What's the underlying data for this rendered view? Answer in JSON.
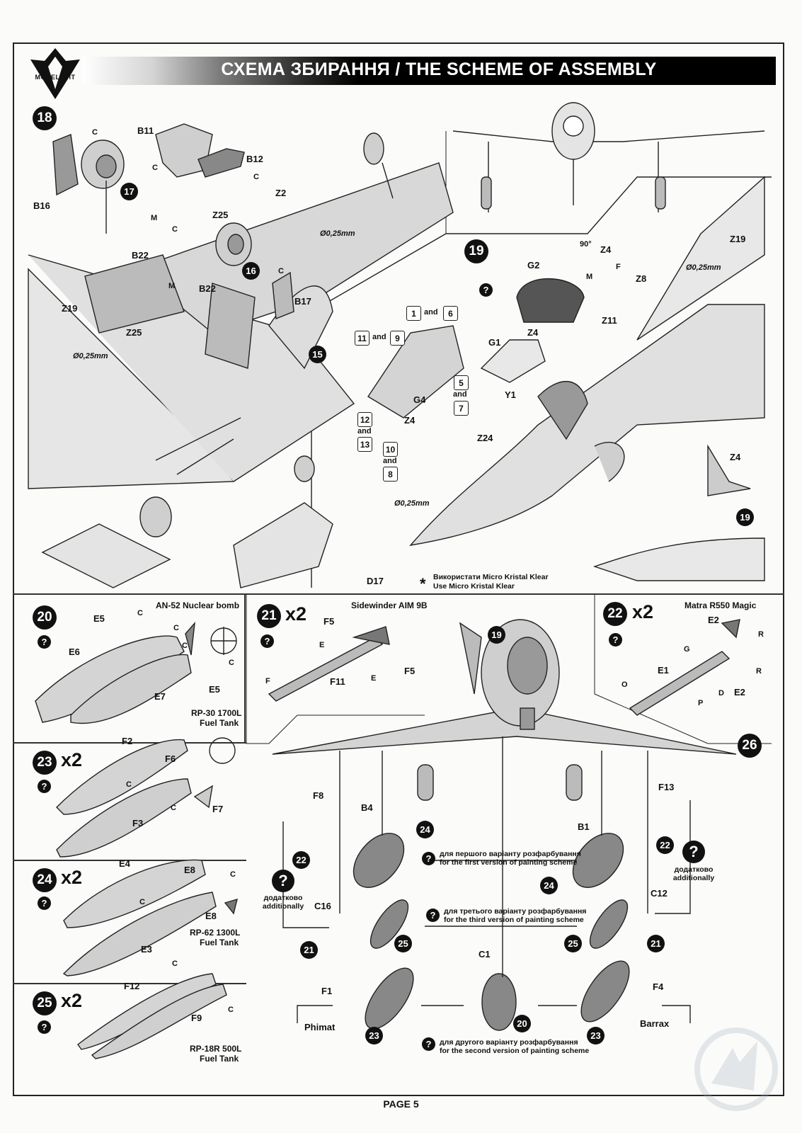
{
  "header": {
    "brand": "MODELSVIT",
    "title": "СХЕМА ЗБИРАННЯ / THE SCHEME OF ASSEMBLY"
  },
  "footer": {
    "page": "PAGE 5"
  },
  "steps": {
    "s18": "18",
    "s19": "19",
    "s20": "20",
    "s21": "21",
    "s22": "22",
    "s23": "23",
    "s24": "24",
    "s25": "25",
    "s26": "26"
  },
  "sub_steps": {
    "s17": "17",
    "s16": "16",
    "s15": "15",
    "s19b": "19",
    "s19c": "19",
    "s24a": "24",
    "s24b": "24",
    "s25a": "25",
    "s25b": "25",
    "s22a": "22",
    "s22b": "22",
    "s21a": "21",
    "s21b": "21",
    "s20": "20",
    "s23a": "23",
    "s23b": "23"
  },
  "qmark": "?",
  "multipliers": {
    "x2": "x2"
  },
  "step18_labels": {
    "b11": "B11",
    "b12": "B12",
    "b16": "B16",
    "b17": "B17",
    "b22a": "B22",
    "b22b": "B22",
    "z2": "Z2",
    "z25a": "Z25",
    "z25b": "Z25",
    "z19": "Z19",
    "c1": "C",
    "c2": "C",
    "c3": "C",
    "c4": "C",
    "c5": "C",
    "m1": "M",
    "m2": "M",
    "d025a": "Ø0,25mm",
    "d025b": "Ø0,25mm"
  },
  "step19_labels": {
    "g1": "G1",
    "g2": "G2",
    "g4": "G4",
    "y1": "Y1",
    "z4a": "Z4",
    "z4b": "Z4",
    "z4c": "Z4",
    "z4d": "Z4",
    "z8": "Z8",
    "z11": "Z11",
    "z19": "Z19",
    "z24": "Z24",
    "d17": "D17",
    "deg": "90°",
    "f": "F",
    "m": "M",
    "d025a": "Ø0,25mm",
    "d025b": "Ø0,25mm",
    "and": "and",
    "n1": "1",
    "n6": "6",
    "n11": "11",
    "n9": "9",
    "n5": "5",
    "n7": "7",
    "n12": "12",
    "n13": "13",
    "n10": "10",
    "n8": "8",
    "star": "*",
    "note_ua": "Використати Micro Kristal Klear",
    "note_en": "Use Micro Kristal Klear"
  },
  "step20": {
    "title": "AN-52 Nuclear bomb",
    "e5a": "E5",
    "e5b": "E5",
    "e6": "E6",
    "e7": "E7",
    "c1": "C",
    "c2": "C",
    "c3": "C",
    "c4": "C"
  },
  "step21": {
    "title": "Sidewinder AIM 9B",
    "f5a": "F5",
    "f5b": "F5",
    "f11": "F11",
    "e1": "E",
    "e2": "E",
    "f": "F"
  },
  "step22": {
    "title": "Matra R550 Magic",
    "e1": "E1",
    "e2a": "E2",
    "e2b": "E2",
    "g": "G",
    "r1": "R",
    "r2": "R",
    "d": "D",
    "p": "P",
    "o": "O"
  },
  "step23": {
    "title1": "RP-30 1700L",
    "title2": "Fuel Tank",
    "f2": "F2",
    "f3": "F3",
    "f6": "F6",
    "f7": "F7",
    "c1": "C",
    "c2": "C"
  },
  "step24": {
    "title1": "RP-62 1300L",
    "title2": "Fuel Tank",
    "e3": "E3",
    "e4": "E4",
    "e8a": "E8",
    "e8b": "E8",
    "c1": "C",
    "c2": "C"
  },
  "step25": {
    "title1": "RP-18R 500L",
    "title2": "Fuel Tank",
    "f9": "F9",
    "f12": "F12",
    "c1": "C",
    "c2": "C"
  },
  "step26": {
    "f8": "F8",
    "f13": "F13",
    "b4": "B4",
    "b1": "B1",
    "c16": "C16",
    "c12": "C12",
    "c1": "C1",
    "f1": "F1",
    "f4": "F4",
    "phimat": "Phimat",
    "barrax": "Barrax",
    "add_ua": "додатково",
    "add_en": "additionally",
    "v1_ua": "для першого варіанту розфарбування",
    "v1_en": "for the first version of painting scheme",
    "v3_ua": "для третього варіанту розфарбування",
    "v3_en": "for the third version of painting scheme",
    "v2_ua": "для другого варіанту розфарбування",
    "v2_en": "for the second version of painting scheme"
  },
  "colors": {
    "header_bg": "#000000",
    "ink": "#111111",
    "paper": "#fbfbf9",
    "part_fill": "#d9d9d9"
  }
}
